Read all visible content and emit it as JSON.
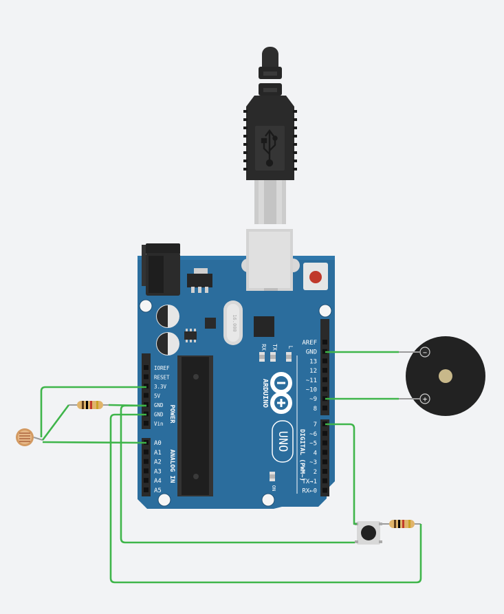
{
  "board": {
    "brand": "ARDUINO",
    "model": "UNO",
    "crystal": "16.000",
    "rx": "RX",
    "tx": "TX",
    "l": "L",
    "on": "ON",
    "power_title": "POWER",
    "analog_title": "ANALOG IN",
    "digital_title": "DIGITAL (PWM~)",
    "power_pins": [
      "IOREF",
      "RESET",
      "3.3V",
      "5V",
      "GND",
      "GND",
      "Vin"
    ],
    "analog_pins": [
      "A0",
      "A1",
      "A2",
      "A3",
      "A4",
      "A5"
    ],
    "digital_top": [
      "AREF",
      "GND",
      "13",
      "12",
      "~11",
      "~10",
      "~9",
      "8"
    ],
    "digital_bottom": [
      "7",
      "~6",
      "~5",
      "4",
      "~3",
      "2",
      "TX→1",
      "RX←0"
    ]
  },
  "buzzer": {
    "minus": "−",
    "plus": "+"
  },
  "colors": {
    "board": "#2b6d9d",
    "board_dark": "#215a86",
    "wire": "#3fb54a",
    "header": "#2a2a2a",
    "background": "#f2f3f5",
    "reset_button": "#c0392b"
  }
}
